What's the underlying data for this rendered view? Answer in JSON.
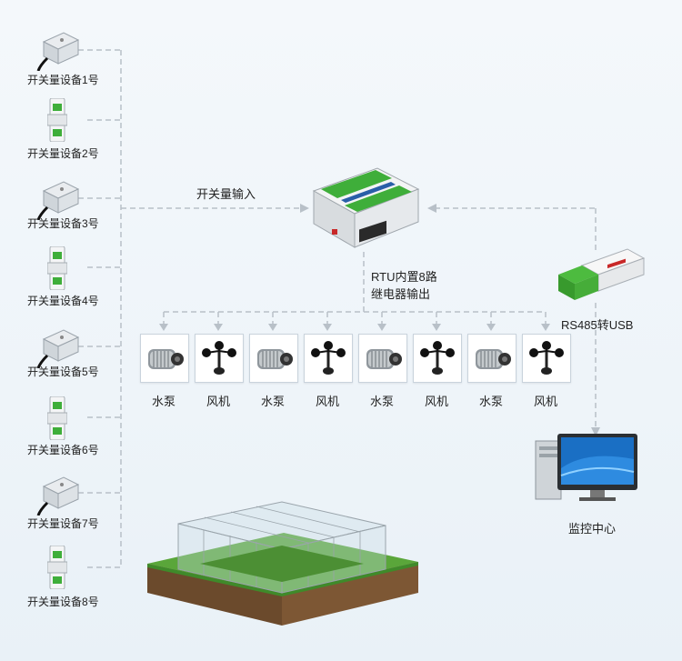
{
  "sensors": [
    {
      "label": "开关量设备1号",
      "kind": "box"
    },
    {
      "label": "开关量设备2号",
      "kind": "din"
    },
    {
      "label": "开关量设备3号",
      "kind": "box"
    },
    {
      "label": "开关量设备4号",
      "kind": "din"
    },
    {
      "label": "开关量设备5号",
      "kind": "box"
    },
    {
      "label": "开关量设备6号",
      "kind": "din"
    },
    {
      "label": "开关量设备7号",
      "kind": "box"
    },
    {
      "label": "开关量设备8号",
      "kind": "din"
    }
  ],
  "input_label": "开关量输入",
  "rtu_label_line1": "RTU内置8路",
  "rtu_label_line2": "继电器输出",
  "outputs": [
    "水泵",
    "风机",
    "水泵",
    "风机",
    "水泵",
    "风机",
    "水泵",
    "风机"
  ],
  "converter_label": "RS485转USB",
  "monitor_label": "监控中心",
  "colors": {
    "line": "#b8c0c8",
    "terminal_green": "#3fae3a",
    "box_blue": "#2a5fa8",
    "grass": "#5aa63a"
  }
}
